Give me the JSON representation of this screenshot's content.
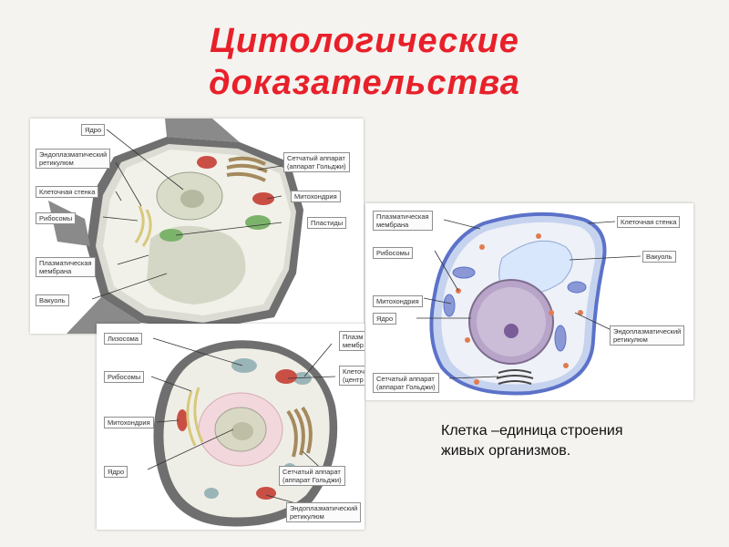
{
  "slide": {
    "title_line1": "Цитологические",
    "title_line2": "доказательства",
    "caption_line1": "Клетка –единица строения",
    "caption_line2": "живых организмов.",
    "colors": {
      "title": "#e8202a",
      "cytoplasm": "#f1f1ea",
      "mitochondria": "#c94f45",
      "plastid": "#7cb36b",
      "membrane_blue": "#5c72c9"
    }
  },
  "plant_cell": {
    "labels": {
      "nucleus": "Ядро",
      "er_1": "Эндоплазматический",
      "er_2": "ретикулюм",
      "cell_wall": "Клеточная стенка",
      "ribosomes": "Рибосомы",
      "plasma_1": "Плазматическая",
      "plasma_2": "мембрана",
      "vacuole": "Вакуоль",
      "golgi_1": "Сетчатый аппарат",
      "golgi_2": "(аппарат Гольджи)",
      "mitochondria": "Митохондрия",
      "plastids": "Пластиды"
    }
  },
  "animal_cell": {
    "labels": {
      "lysosome": "Лизосома",
      "ribosomes": "Рибосомы",
      "mitochondria": "Митохондрия",
      "nucleus": "Ядро",
      "plasma_1": "Плазм",
      "plasma_2": "мембр",
      "centriole_1": "Клеточ",
      "centriole_2": "(центр",
      "golgi_1": "Сетчатый аппарат",
      "golgi_2": "(аппарат Гольджи)",
      "er_1": "Эндоплазматический",
      "er_2": "ретикулюм"
    }
  },
  "fungal_cell": {
    "labels": {
      "plasma_1": "Плазматическая",
      "plasma_2": "мембрана",
      "ribosomes": "Рибосомы",
      "mitochondria": "Митохондрия",
      "nucleus": "Ядро",
      "golgi_1": "Сетчатый аппарат",
      "golgi_2": "(аппарат Гольджи)",
      "cell_wall": "Клеточная стенка",
      "vacuole": "Вакуоль",
      "er_1": "Эндоплазматический",
      "er_2": "ретикулюм"
    }
  }
}
